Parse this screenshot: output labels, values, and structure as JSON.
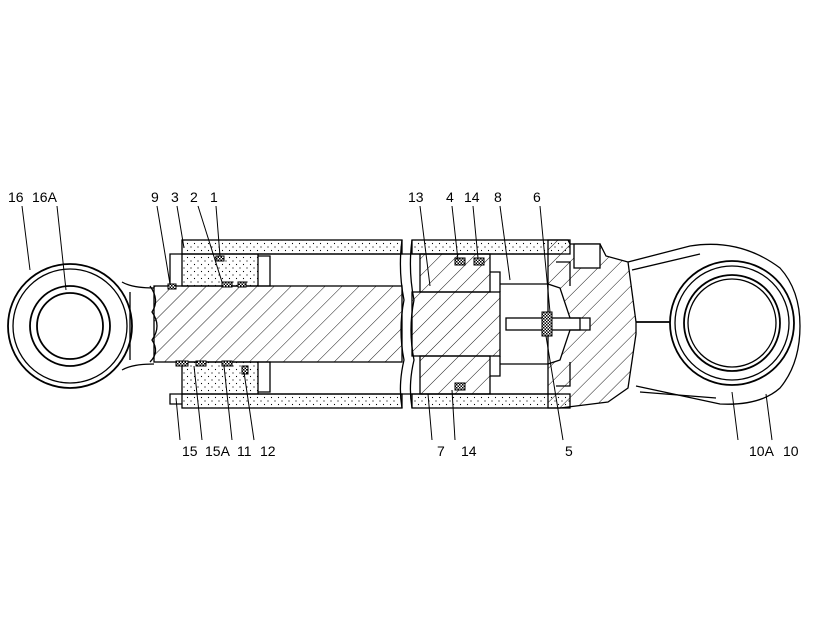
{
  "callouts": {
    "top": [
      "16",
      "16A",
      "9",
      "3",
      "2",
      "1",
      "13",
      "4",
      "14",
      "8",
      "6"
    ],
    "bottom": [
      "15",
      "15A",
      "11",
      "12",
      "7",
      "14",
      "5",
      "10A",
      "10"
    ]
  }
}
